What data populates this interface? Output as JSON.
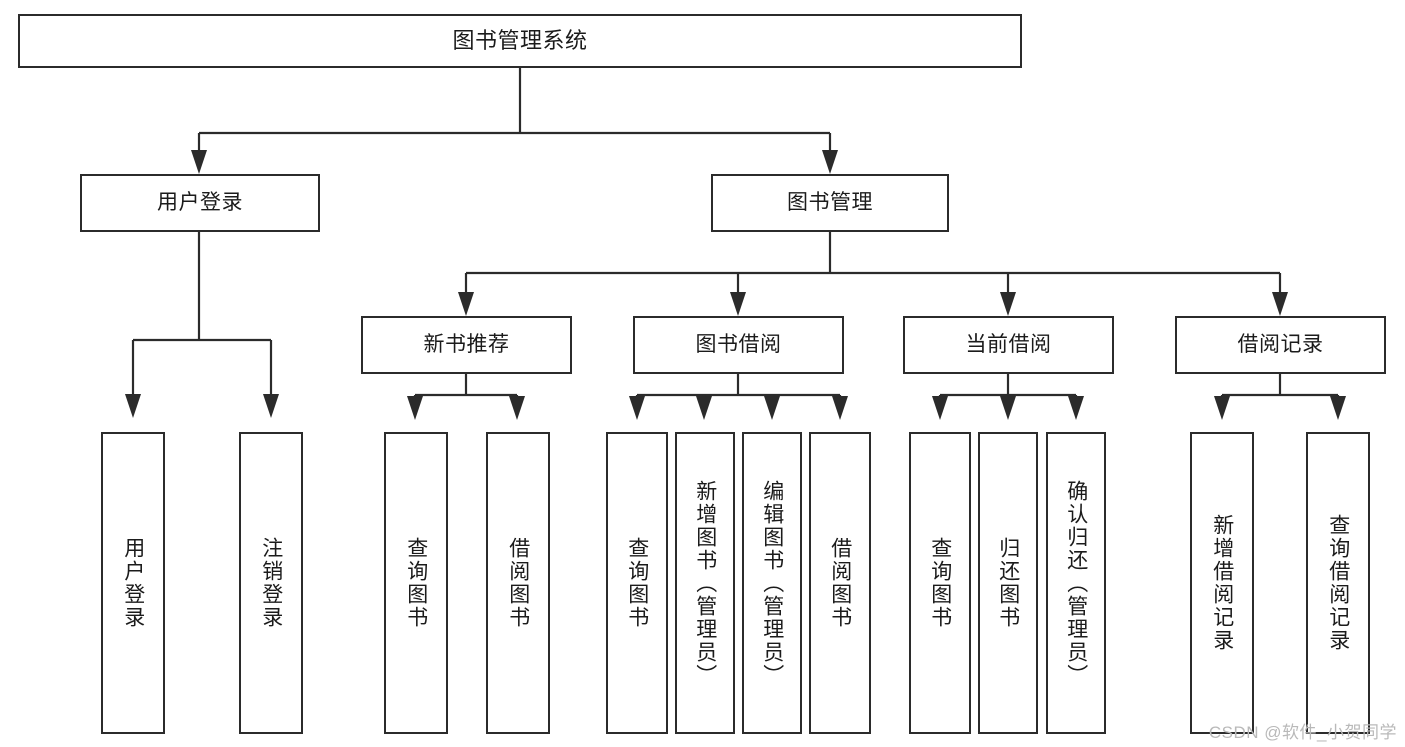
{
  "diagram": {
    "type": "tree",
    "title": "图书管理系统",
    "orientation": "top-down",
    "colors": {
      "background": "#ffffff",
      "border": "#2b2b2b",
      "text": "#1b1b1b",
      "watermark": "#b9b9b9"
    }
  },
  "root": {
    "label": "图书管理系统"
  },
  "level1": [
    {
      "label": "用户登录"
    },
    {
      "label": "图书管理"
    }
  ],
  "level2": [
    {
      "label": "新书推荐"
    },
    {
      "label": "图书借阅"
    },
    {
      "label": "当前借阅"
    },
    {
      "label": "借阅记录"
    }
  ],
  "leaves": {
    "user_login": [
      {
        "label": "用户登录"
      },
      {
        "label": "注销登录"
      }
    ],
    "new_book_recommend": [
      {
        "label": "查询图书"
      },
      {
        "label": "借阅图书"
      }
    ],
    "book_borrow": [
      {
        "label": "查询图书"
      },
      {
        "label": "新增图书（管理员）"
      },
      {
        "label": "编辑图书（管理员）"
      },
      {
        "label": "借阅图书"
      }
    ],
    "current_borrow": [
      {
        "label": "查询图书"
      },
      {
        "label": "归还图书"
      },
      {
        "label": "确认归还（管理员）"
      }
    ],
    "borrow_record": [
      {
        "label": "新增借阅记录"
      },
      {
        "label": "查询借阅记录"
      }
    ]
  },
  "watermark": {
    "text": "CSDN @软件_小贺同学"
  }
}
